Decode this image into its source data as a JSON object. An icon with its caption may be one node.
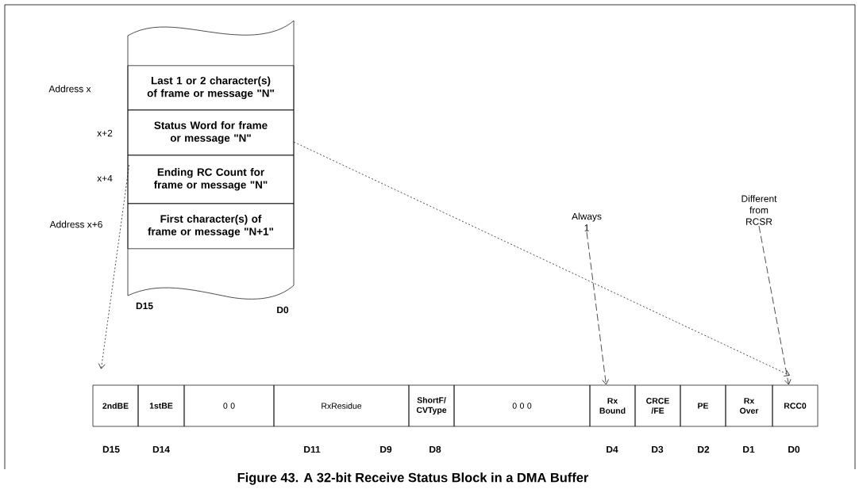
{
  "diagram": {
    "caption": "Figure 43.  A 32-bit Receive Status Block in a DMA Buffer",
    "nodes": [
      {
        "text": [],
        "shape": "box"
      },
      {
        "text": [
          "Last 1 or 2 character(s) of frame or message \"N\""
        ],
        "in": 0
      },
      {
        "text": [
          "Status Word for frame or message \"N\""
        ],
        "in": 0
      },
      {
        "text": [
          "Ending RC Count for frame or message \"N\""
        ],
        "in": 0
      },
      {
        "text": [
          "First character(s) of frame or message \"N+1\""
        ],
        "in": 0
      },
      {
        "text": [
          "2ndBE"
        ]
      },
      {
        "text": [
          "1stBE"
        ]
      },
      {
        "text": [
          "0 0"
        ]
      },
      {
        "text": [
          "RxResidue"
        ]
      },
      {
        "text": [
          "ShortF/ CVType"
        ]
      },
      {
        "text": [
          "0 0 0"
        ]
      },
      {
        "text": [
          "Rx Bound"
        ]
      },
      {
        "text": [
          "CRCE /FE"
        ]
      },
      {
        "text": [
          "PE"
        ]
      },
      {
        "text": [
          "Rx Over"
        ]
      },
      {
        "text": [
          "RCC0"
        ]
      },
      {
        "text": [
          "Always 1"
        ]
      },
      {
        "text": [
          "Different from RCSR"
        ]
      }
    ],
    "edges": [
      {
        "from": 2,
        "to": 5,
        "arrow": "to",
        "style": "dashed"
      },
      {
        "from": 2,
        "to": 15,
        "arrow": "to",
        "style": "dashed"
      },
      {
        "from": 16,
        "to": 11,
        "arrow": "to",
        "style": "dashed"
      },
      {
        "from": 17,
        "to": 15,
        "arrow": "to",
        "style": "dashed"
      }
    ],
    "labels": [
      "Address x",
      "x+2",
      "x+4",
      "Address x+6",
      "D15",
      "D0",
      "D15",
      "D14",
      "D11",
      "D9",
      "D8",
      "D4",
      "D3",
      "D2",
      "D1",
      "D0"
    ]
  }
}
